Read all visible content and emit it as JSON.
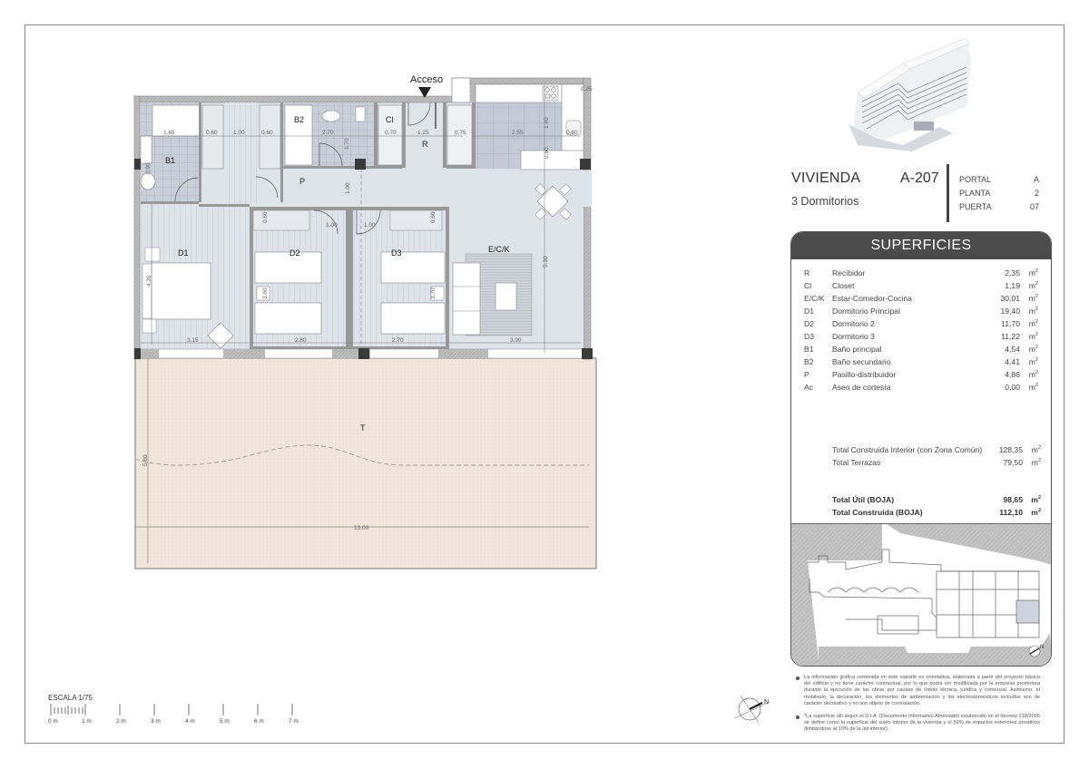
{
  "plan": {
    "access_label": "Acceso",
    "rooms": {
      "B1": "B1",
      "B2": "B2",
      "Cl": "Cl",
      "R": "R",
      "P": "P",
      "D1": "D1",
      "D2": "D2",
      "D3": "D3",
      "ECK": "E/C/K",
      "T": "T"
    },
    "dimensions": {
      "top": [
        "1.65",
        "0.60",
        "1.00",
        "0.60",
        "2.70",
        "0.70",
        "1.25",
        "0.75",
        "2.55",
        "0.60",
        "0.25"
      ],
      "vertical": [
        "0.60",
        "1.00",
        "1.70",
        "1.00",
        "1.40",
        "0.60",
        "4.20",
        "0.60",
        "3.60",
        "0.60",
        "3.70",
        "5.30",
        "5.80"
      ],
      "door_widths": [
        "1.00",
        "1.00"
      ],
      "bottom": [
        "3.15",
        "2.80",
        "2.70",
        "3.90"
      ],
      "terrace_width": "13.00"
    },
    "colors": {
      "floor": "#dfe3ea",
      "tile": "#c8ced8",
      "terrace": "#f0e6dc",
      "wall": "#9a9a9a",
      "column": "#3a3a3a"
    }
  },
  "header": {
    "title": "VIVIENDA",
    "code": "A-207",
    "subtitle": "3 Dormitorios",
    "meta": [
      {
        "label": "PORTAL",
        "value": "A"
      },
      {
        "label": "PLANTA",
        "value": "2"
      },
      {
        "label": "PUERTA",
        "value": "07"
      }
    ]
  },
  "superficies": {
    "title": "SUPERFICIES",
    "unit": "m",
    "rows": [
      {
        "code": "R",
        "name": "Recibidor",
        "area": "2,35"
      },
      {
        "code": "Cl",
        "name": "Closet",
        "area": "1,19"
      },
      {
        "code": "E/C/K",
        "name": "Estar-Comedor-Cocina",
        "area": "30,01"
      },
      {
        "code": "D1",
        "name": "Dormitorio Principal",
        "area": "19,40"
      },
      {
        "code": "D2",
        "name": "Dormitorio 2",
        "area": "11,70"
      },
      {
        "code": "D3",
        "name": "Dormitorio 3",
        "area": "11,22"
      },
      {
        "code": "B1",
        "name": "Baño principal",
        "area": "4,54"
      },
      {
        "code": "B2",
        "name": "Baño secundario",
        "area": "4,41"
      },
      {
        "code": "P",
        "name": "Pasillo-distribuidor",
        "area": "4,86"
      },
      {
        "code": "Ac",
        "name": "Aseo de cortesía",
        "area": "0,00"
      }
    ],
    "totals": [
      {
        "name": "Total Construida Interior (con Zona Común)",
        "area": "128,35",
        "bold": false
      },
      {
        "name": "Total Terrazas",
        "area": "79,50",
        "bold": false
      }
    ],
    "boja": [
      {
        "name": "Total Útil (BOJA)",
        "area": "98,65",
        "bold": true
      },
      {
        "name": "Total Construida (BOJA)",
        "area": "112,10",
        "bold": true
      }
    ]
  },
  "notes": [
    "La información gráfica contenida en este soporte es orientativa, elaborada a partir del proyecto básico del edificio y no tiene carácter contractual, por lo que podrá ser modificada por la empresa promotora durante la ejecución de las obras por causas de índole técnica, jurídica y comercial. Asimismo, el mobiliario, la decoración, los elementos de ambientación y los electrodomésticos incluidos son de carácter decorativo y no son objeto de contratación.",
    "*La superficie útil según el D.I.A. (Documento Informativo Abreviado) establecido en el decreto 218/2005 se define como la superficie del suelo interior de la vivienda y el 50% de espacios exteriores privativos (limitándose al 10% de la útil interior)."
  ],
  "scale": {
    "title": "ESCALA 1/75",
    "labels": [
      "0 m",
      "1 m",
      "2 m",
      "3 m",
      "4 m",
      "5 m",
      "6 m",
      "7 m"
    ]
  },
  "compass": {
    "north_label": "N"
  }
}
